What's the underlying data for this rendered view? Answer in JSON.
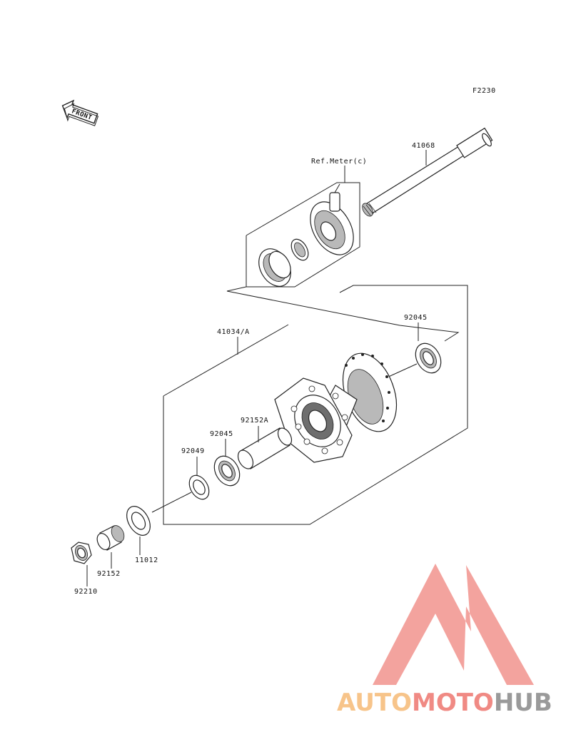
{
  "figure_code": "F2230",
  "front_arrow_label": "FRONT",
  "ref_label": "Ref.Meter(c)",
  "callouts": {
    "axle": "41068",
    "hub_assembly": "41034/A",
    "bearing_right": "92045",
    "spacer_long": "92152A",
    "bearing_left": "92045",
    "oil_seal": "92049",
    "collar": "11012",
    "spacer_short": "92152",
    "axle_nut": "92210"
  },
  "watermark": {
    "part1": "AUTO",
    "part2": "MOTO",
    "part3": "HUB",
    "color_orange": "#f7c48a",
    "color_red": "#f08a84",
    "color_gray": "#9a9a9a",
    "logo_color": "#f2938e"
  }
}
